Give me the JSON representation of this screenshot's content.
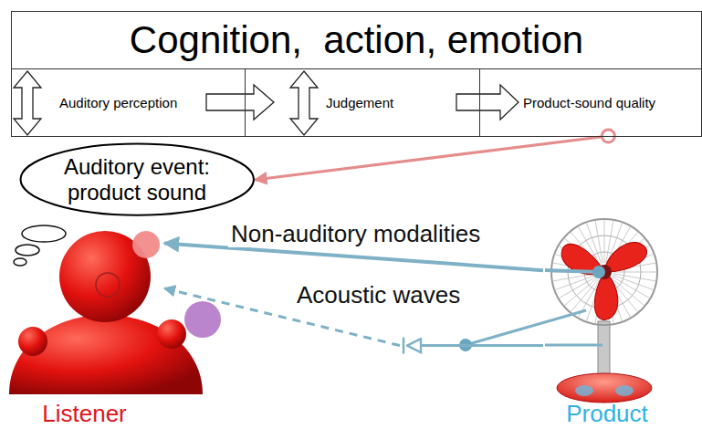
{
  "diagram": {
    "nodes": [
      {
        "text": [
          "Cognition,  action, emotion"
        ]
      },
      {
        "text": [
          "Auditory perception"
        ],
        "in": 0
      },
      {
        "text": [
          "Judgement"
        ],
        "in": 0
      },
      {
        "text": [
          "Product-sound quality"
        ],
        "in": 0
      },
      {
        "text": [
          "Auditory event: product sound"
        ]
      },
      {
        "text": [
          "Listener"
        ]
      },
      {
        "text": [
          "Product"
        ]
      }
    ],
    "edges": [
      {
        "from": 3,
        "to": 4,
        "arrow": "to"
      },
      {
        "from": 6,
        "to": 5,
        "label": "Non-auditory modalities",
        "arrow": "to"
      },
      {
        "from": 6,
        "to": 5,
        "label": "Acoustic waves",
        "arrow": "to"
      }
    ]
  }
}
